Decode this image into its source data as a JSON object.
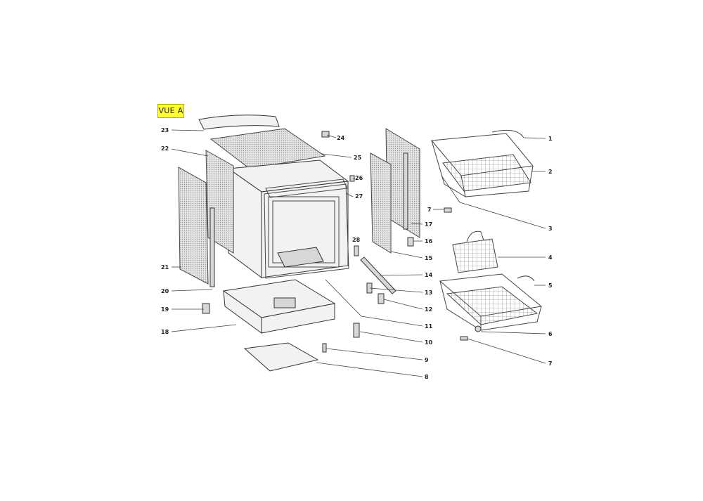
{
  "view_label": "VUE A",
  "callouts": [
    {
      "id": "c1",
      "text": "1"
    },
    {
      "id": "c2",
      "text": "2"
    },
    {
      "id": "c3",
      "text": "3"
    },
    {
      "id": "c4",
      "text": "4"
    },
    {
      "id": "c5",
      "text": "5"
    },
    {
      "id": "c6",
      "text": "6"
    },
    {
      "id": "c7a",
      "text": "7"
    },
    {
      "id": "c7b",
      "text": "7"
    },
    {
      "id": "c8",
      "text": "8"
    },
    {
      "id": "c9",
      "text": "9"
    },
    {
      "id": "c10",
      "text": "10"
    },
    {
      "id": "c11",
      "text": "11"
    },
    {
      "id": "c12",
      "text": "12"
    },
    {
      "id": "c13",
      "text": "13"
    },
    {
      "id": "c14",
      "text": "14"
    },
    {
      "id": "c15",
      "text": "15"
    },
    {
      "id": "c16",
      "text": "16"
    },
    {
      "id": "c17",
      "text": "17"
    },
    {
      "id": "c18",
      "text": "18"
    },
    {
      "id": "c19",
      "text": "19"
    },
    {
      "id": "c20",
      "text": "20"
    },
    {
      "id": "c21",
      "text": "21"
    },
    {
      "id": "c22",
      "text": "22"
    },
    {
      "id": "c23",
      "text": "23"
    },
    {
      "id": "c24",
      "text": "24"
    },
    {
      "id": "c25",
      "text": "25"
    },
    {
      "id": "c26",
      "text": "26"
    },
    {
      "id": "c27",
      "text": "27"
    },
    {
      "id": "c28",
      "text": "28"
    }
  ]
}
